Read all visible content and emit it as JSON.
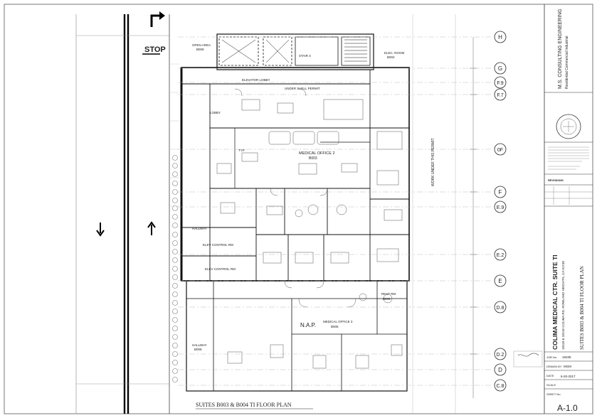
{
  "street": {
    "stop_label": "STOP"
  },
  "grid_bubbles": [
    "H",
    "G",
    "F.9",
    "F.7",
    "0F",
    "F",
    "E.9",
    "E.2",
    "E",
    "D.8",
    "D.2",
    "D",
    "C.8"
  ],
  "rooms": {
    "open_area": "OPEN AREA",
    "open_area_no": "B009",
    "stair": "STAIR 3",
    "elec_room": "ELEC. ROOM",
    "elec_room_no": "B002",
    "elevator_lobby": "ELEVATOR LOBBY",
    "under_shell": "UNDER SHELL PERMIT",
    "lobby": "LOBBY",
    "medical_office_2": "MEDICAL OFFICE 2",
    "medical_office_2_no": "B003",
    "work_under_permit": "WORK UNDER THIS PERMIT",
    "hallway": "HALLWAY",
    "elev_control_1": "ELEV CONTROL RM",
    "elev_control_2": "ELEV CONTROL RM",
    "rest_rm": "REST RM",
    "rest_rm_no": "B005",
    "nap": "N.A.P.",
    "medical_office_3": "MEDICAL OFFICE 3",
    "medical_office_3_no": "B005",
    "hallway_b": "HALLWAY",
    "hallway_b_no": "B008",
    "typ": "TYP"
  },
  "drawing_title": "SUITES B003 & B004 TI FLOOR PLAN",
  "title_block": {
    "firm": "M.S. CONSULTING ENGINEERING",
    "firm_sub": "Residential   Commercial   Industrial",
    "revisions_label": "REVISIONS",
    "project": "COLIMA MEDICAL CTR. SUITE TI",
    "address": "18118 & 18118 COLIMA RD, ROWLAND HEIGHTS, CA 91748",
    "sheet_title": "SUITES B003 & B004 TI FLOOR PLAN",
    "job_no_label": "JOB No.",
    "job_no": "16035",
    "drawn_label": "DRAWN BY",
    "drawn": "MGM",
    "date_label": "DATE",
    "date": "6-20-2017",
    "scale_label": "SCALE",
    "sheet_no_label": "SHEET No.",
    "sheet": "A-1.0"
  }
}
